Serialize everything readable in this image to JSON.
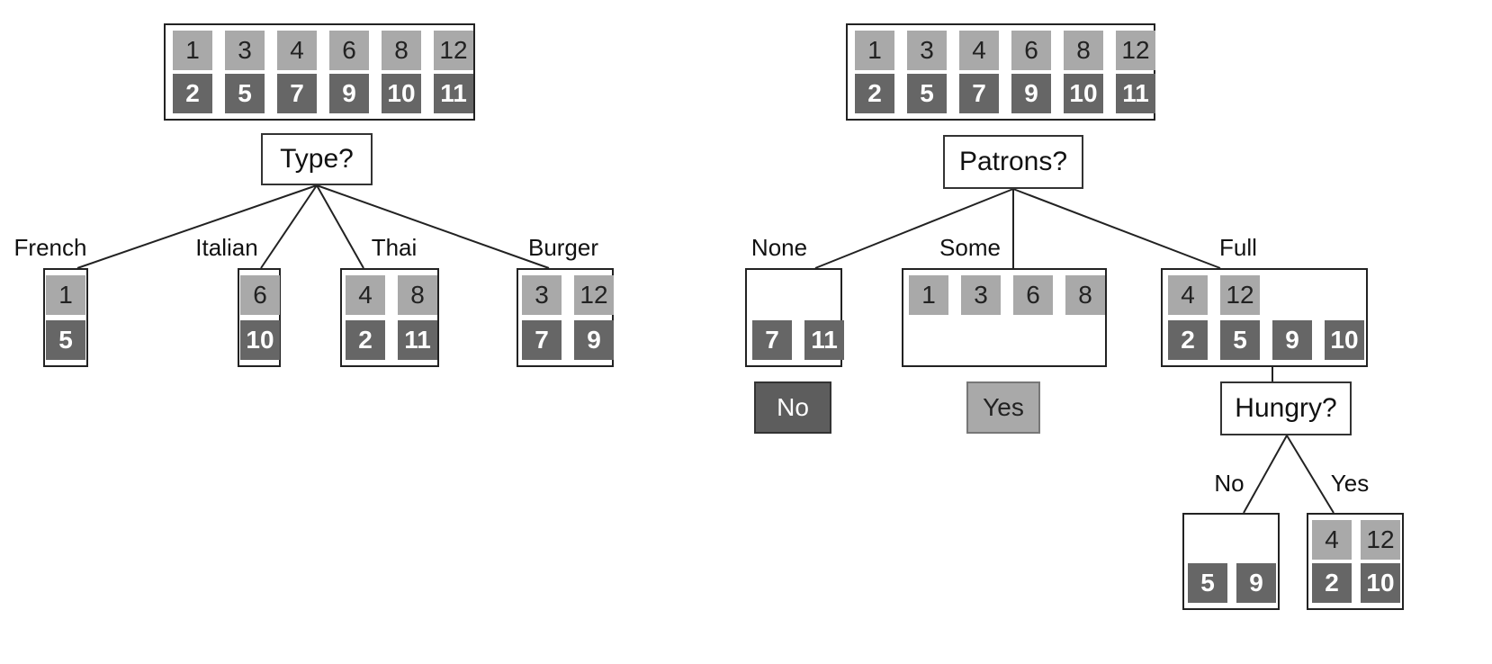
{
  "colors": {
    "positive_square": "#a9a9a9",
    "negative_square": "#666666",
    "line": "#222222"
  },
  "left_tree": {
    "root": {
      "positives": [
        "1",
        "3",
        "4",
        "6",
        "8",
        "12"
      ],
      "negatives": [
        "2",
        "5",
        "7",
        "9",
        "10",
        "11"
      ]
    },
    "test": "Type?",
    "branches": [
      {
        "label": "French",
        "positives": [
          "1"
        ],
        "negatives": [
          "5"
        ]
      },
      {
        "label": "Italian",
        "positives": [
          "6"
        ],
        "negatives": [
          "10"
        ]
      },
      {
        "label": "Thai",
        "positives": [
          "4",
          "8"
        ],
        "negatives": [
          "2",
          "11"
        ]
      },
      {
        "label": "Burger",
        "positives": [
          "3",
          "12"
        ],
        "negatives": [
          "7",
          "9"
        ]
      }
    ]
  },
  "right_tree": {
    "root": {
      "positives": [
        "1",
        "3",
        "4",
        "6",
        "8",
        "12"
      ],
      "negatives": [
        "2",
        "5",
        "7",
        "9",
        "10",
        "11"
      ]
    },
    "test": "Patrons?",
    "branches": [
      {
        "label": "None",
        "positives": [],
        "negatives": [
          "7",
          "11"
        ],
        "leaf": "No"
      },
      {
        "label": "Some",
        "positives": [
          "1",
          "3",
          "6",
          "8"
        ],
        "negatives": [],
        "leaf": "Yes"
      },
      {
        "label": "Full",
        "positives": [
          "4",
          "12"
        ],
        "negatives": [
          "2",
          "5",
          "9",
          "10"
        ]
      }
    ],
    "subtest": "Hungry?",
    "subbranches": [
      {
        "label": "No",
        "positives": [],
        "negatives": [
          "5",
          "9"
        ]
      },
      {
        "label": "Yes",
        "positives": [
          "4",
          "12"
        ],
        "negatives": [
          "2",
          "10"
        ]
      }
    ]
  }
}
